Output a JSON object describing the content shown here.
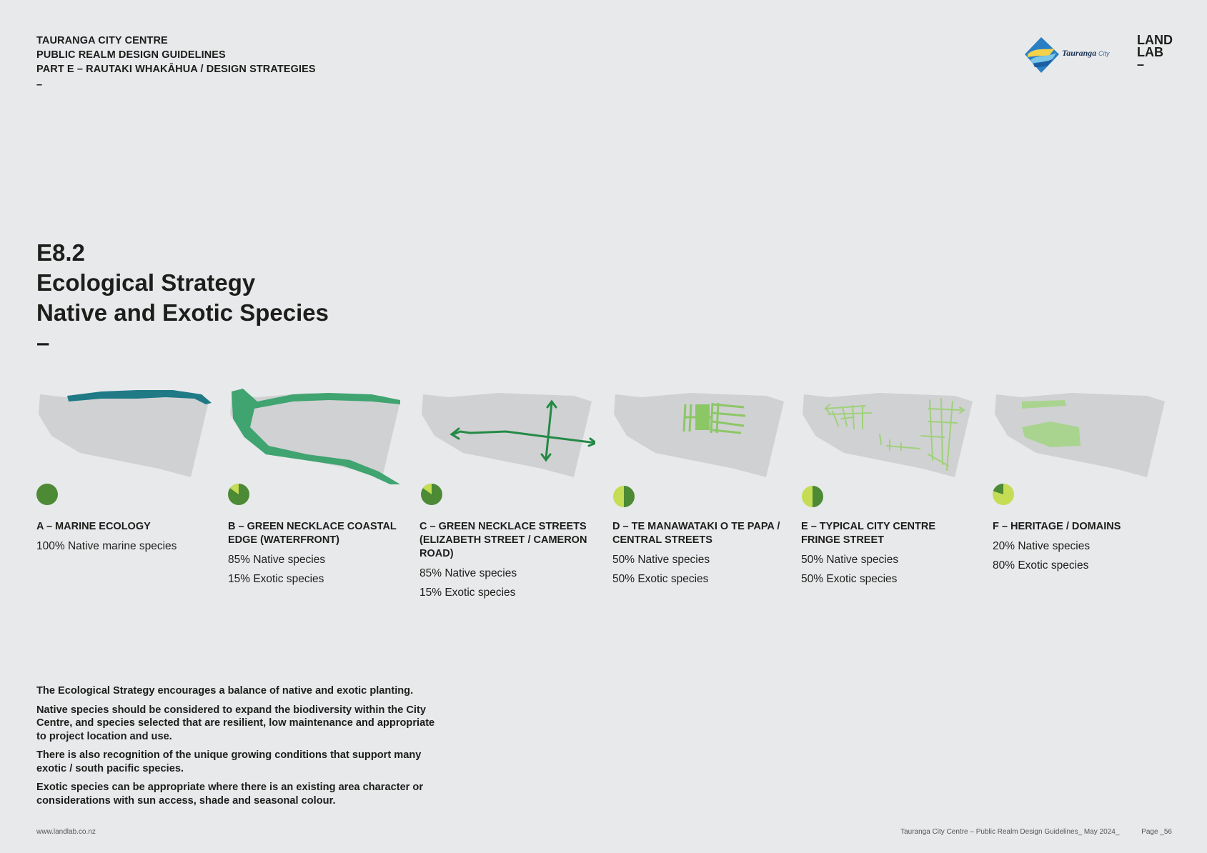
{
  "header": {
    "line1": "TAURANGA CITY CENTRE",
    "line2": "PUBLIC REALM DESIGN GUIDELINES",
    "line3": "PART E – RAUTAKI WHAKĀHUA / DESIGN STRATEGIES",
    "dash": "–"
  },
  "logo": {
    "tauranga_text": "Tauranga",
    "city_text": "City"
  },
  "landlab": {
    "line1": "LAND",
    "line2": "LAB",
    "dash": "–"
  },
  "title": {
    "code": "E8.2",
    "line1": "Ecological Strategy",
    "line2": "Native and Exotic Species",
    "dash": "–"
  },
  "colors": {
    "background": "#e8e9eb",
    "land": "#d0d1d3",
    "marine": "#1f7a86",
    "coastal": "#3fa470",
    "streets": "#238a45",
    "central": "#8cc765",
    "fringe": "#9fd17a",
    "heritage": "#a9d490",
    "native": "#4c8a35",
    "exotic": "#c5dc55"
  },
  "strategies": [
    {
      "title": "A – MARINE ECOLOGY",
      "lines": [
        "100% Native marine species"
      ],
      "native_pct": 100,
      "exotic_pct": 0
    },
    {
      "title": "B – GREEN NECKLACE COASTAL EDGE (WATERFRONT)",
      "lines": [
        "85% Native species",
        "15% Exotic species"
      ],
      "native_pct": 85,
      "exotic_pct": 15
    },
    {
      "title": "C – GREEN NECKLACE STREETS (ELIZABETH STREET / CAMERON ROAD)",
      "lines": [
        "85% Native species",
        "15% Exotic species"
      ],
      "native_pct": 85,
      "exotic_pct": 15
    },
    {
      "title": "D – TE MANAWATAKI O TE PAPA / CENTRAL STREETS",
      "lines": [
        "50% Native species",
        "50% Exotic species"
      ],
      "native_pct": 50,
      "exotic_pct": 50
    },
    {
      "title": "E – TYPICAL CITY CENTRE FRINGE STREET",
      "lines": [
        "50% Native species",
        "50% Exotic species"
      ],
      "native_pct": 50,
      "exotic_pct": 50
    },
    {
      "title": "F – HERITAGE / DOMAINS",
      "lines": [
        "20% Native species",
        "80% Exotic species"
      ],
      "native_pct": 20,
      "exotic_pct": 80
    }
  ],
  "body": {
    "p1": "The Ecological Strategy encourages a balance of native and exotic planting.",
    "p2": "Native species should be considered to expand the biodiversity within the City Centre, and species selected that are resilient, low maintenance and appropriate to project location and use.",
    "p3": "There is also recognition of the unique growing conditions that support many exotic / south pacific species.",
    "p4": "Exotic species can be appropriate where there is an existing area character or considerations with sun access, shade and seasonal colour."
  },
  "footer": {
    "website": "www.landlab.co.nz",
    "doc": "Tauranga City Centre – Public Realm Design Guidelines_ May 2024_",
    "page": "Page _56"
  }
}
